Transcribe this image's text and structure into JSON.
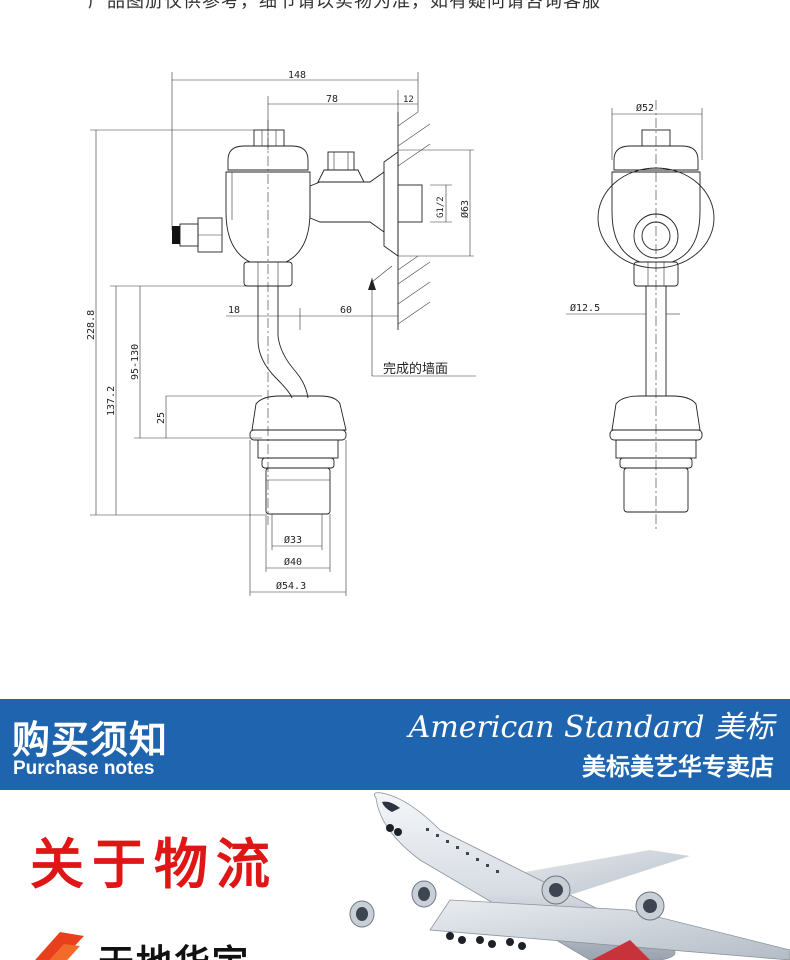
{
  "top_text": "产品图册仅供参考，细节请以实物为准，如有疑问请咨询客服",
  "drawing": {
    "dim_total_width": "148",
    "dim_78": "78",
    "dim_12": "12",
    "dim_height": "228.8",
    "dim_137": "137.2",
    "dim_range": "95-130",
    "dim_25": "25",
    "dim_18": "18",
    "dim_60": "60",
    "dim_d63": "Ø63",
    "dim_g12": "G1/2",
    "dim_d33": "Ø33",
    "dim_d40": "Ø40",
    "dim_d54": "Ø54.3",
    "dim_d52": "Ø52",
    "dim_d12_5": "Ø12.5",
    "wall_label": "完成的墙面"
  },
  "banner": {
    "title": "购买须知",
    "subtitle": "Purchase notes",
    "brand": "American Standard 美标",
    "store": "美标美艺华专卖店"
  },
  "logistics": {
    "title": "关于物流",
    "carrier": "天地华宇"
  },
  "colors": {
    "banner_bg": "#1e64ae",
    "logistics_red": "#e01515"
  }
}
